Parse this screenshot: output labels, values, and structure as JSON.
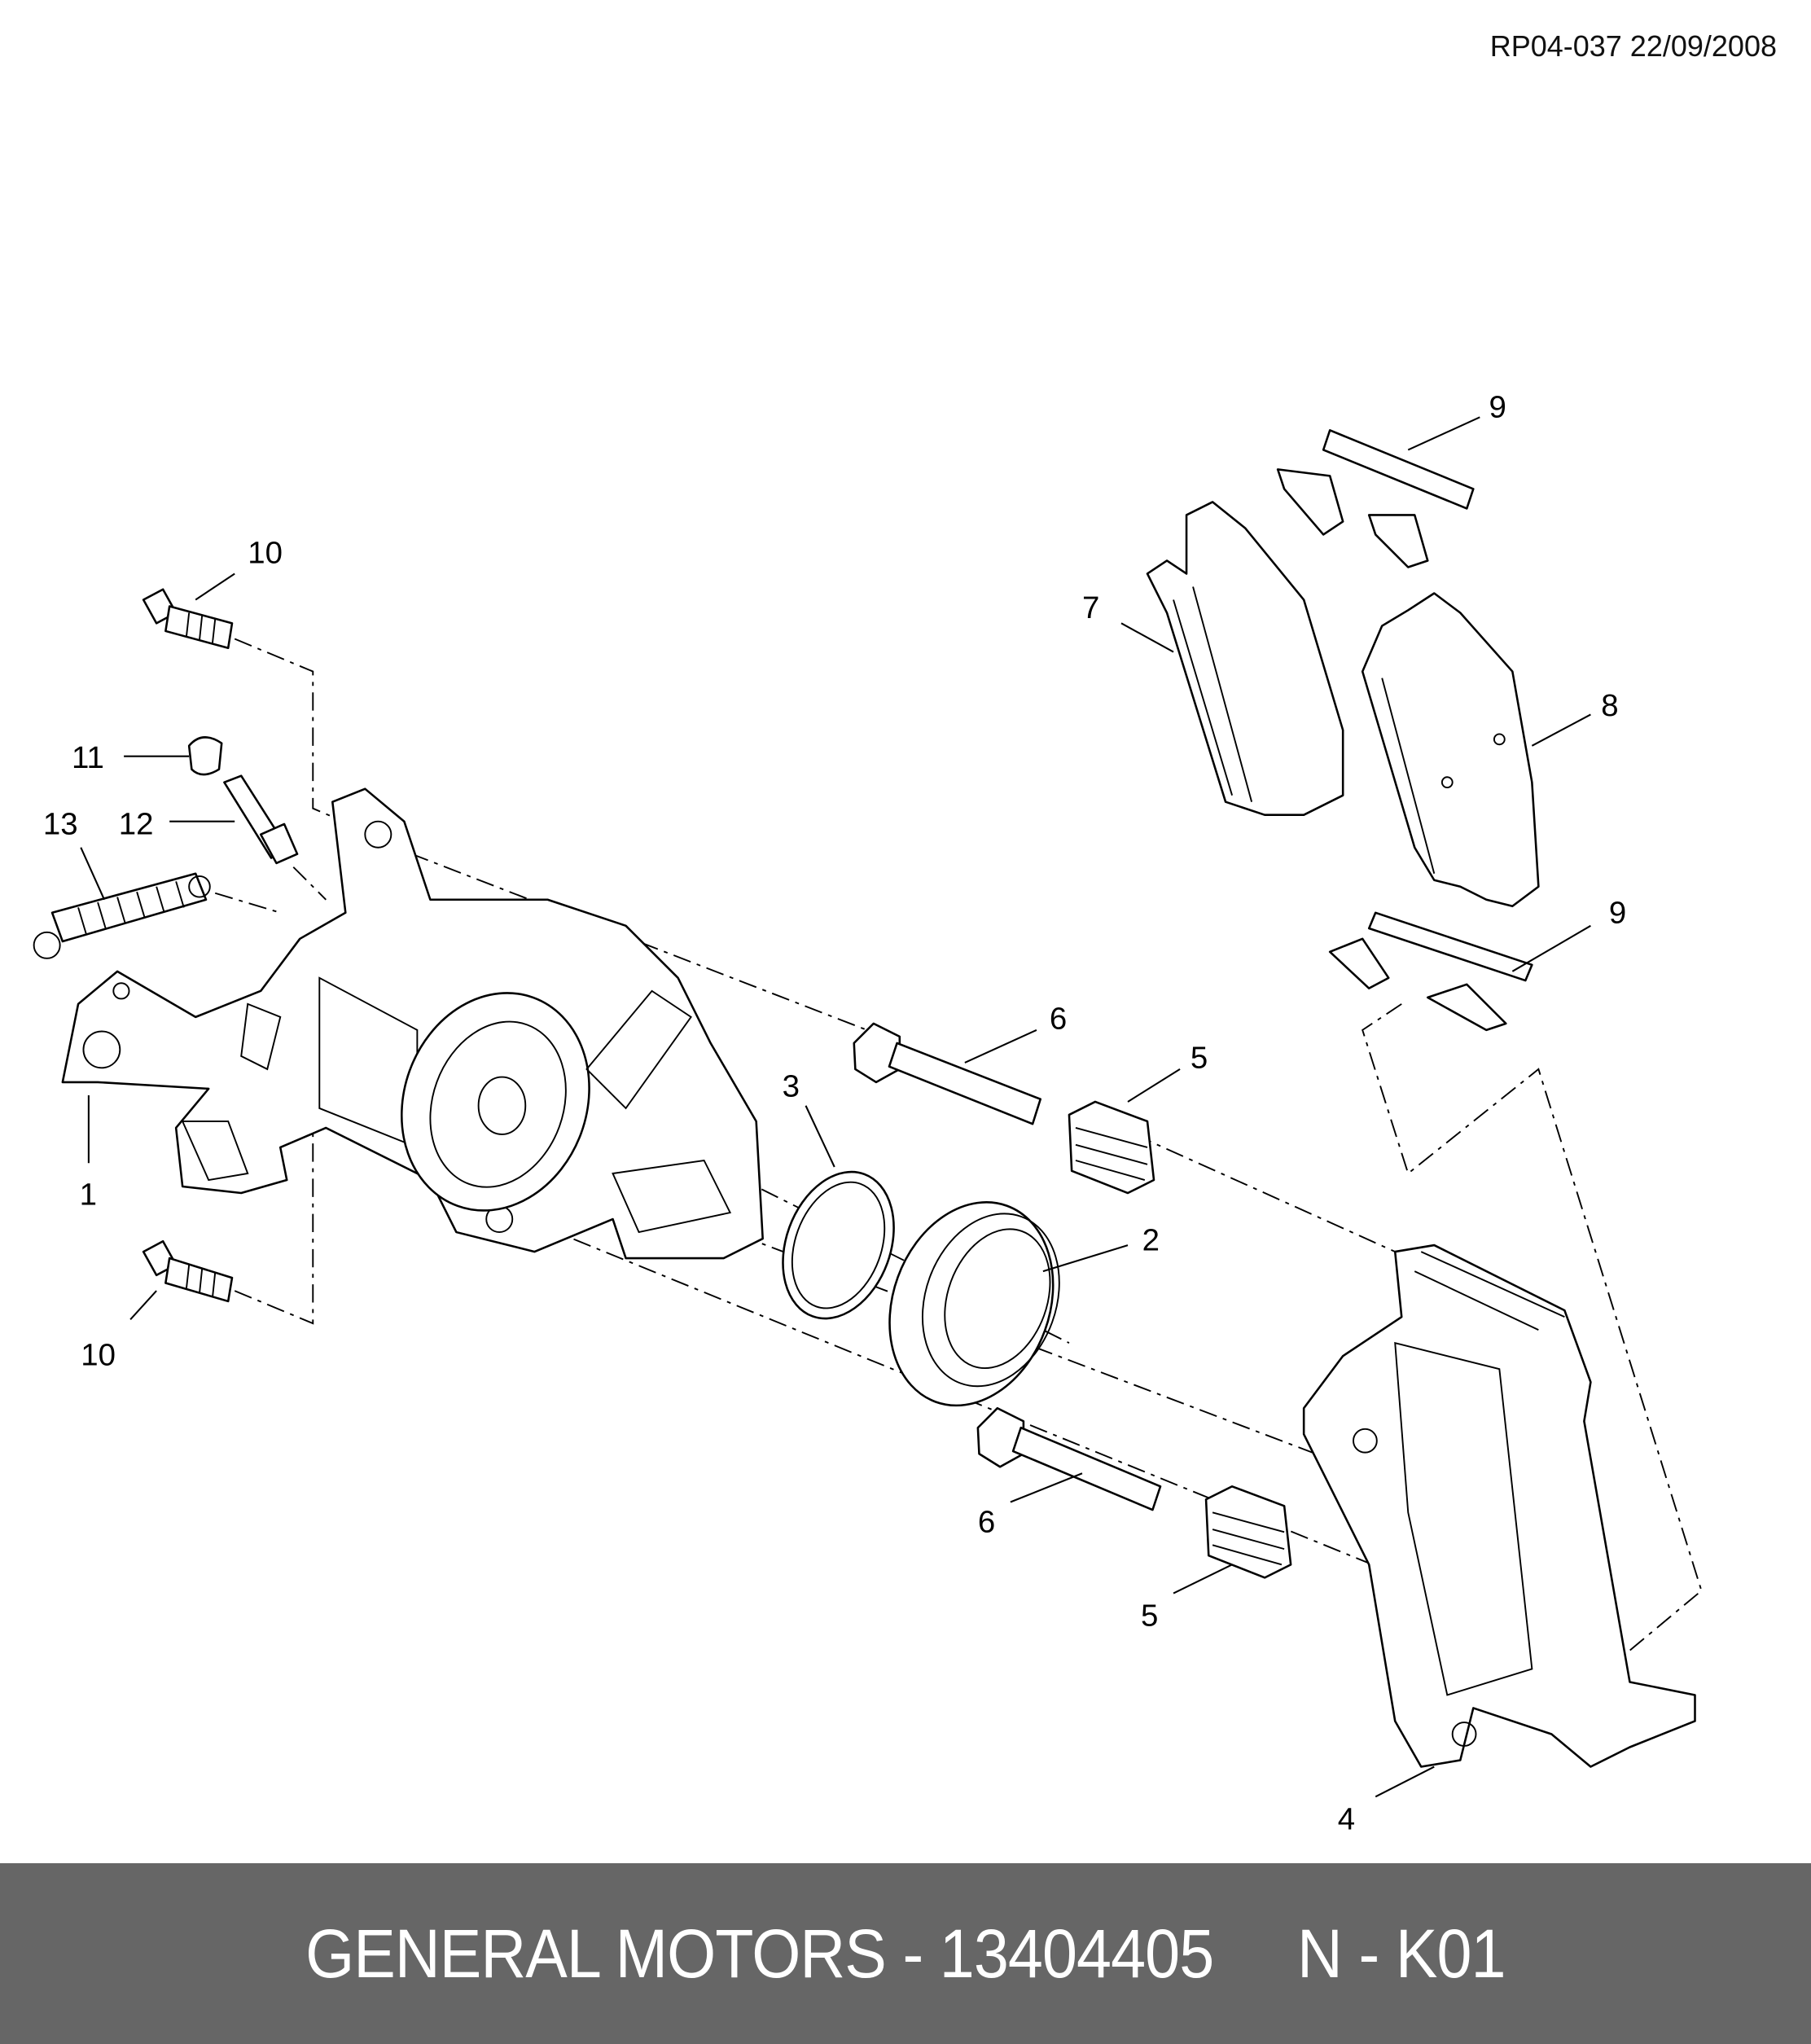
{
  "header": {
    "document_id": "RP04-037 22/09/2008"
  },
  "callouts": {
    "c10a": "10",
    "c11": "11",
    "c13": "13",
    "c12": "12",
    "c1": "1",
    "c10b": "10",
    "c3": "3",
    "c6a": "6",
    "c5a": "5",
    "c2": "2",
    "c6b": "6",
    "c5b": "5",
    "c4": "4",
    "c7": "7",
    "c8": "8",
    "c9a": "9",
    "c9b": "9"
  },
  "footer": {
    "text": "GENERAL MOTORS - 13404405     N - K01",
    "background": "#666666"
  }
}
